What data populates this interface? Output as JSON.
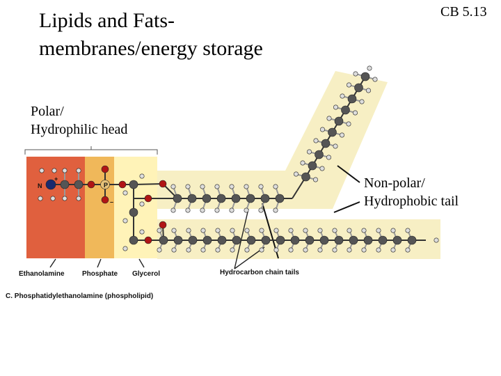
{
  "slide": {
    "title_line1": "Lipids and Fats-",
    "title_line2": "membranes/energy storage",
    "reference": "CB 5.13"
  },
  "callouts": {
    "head_line1": "Polar/",
    "head_line2": "Hydrophilic head",
    "tail_line1": "Non-polar/",
    "tail_line2": "Hydrophobic tail"
  },
  "figure": {
    "labels": {
      "ethanolamine": "Ethanolamine",
      "phosphate": "Phosphate",
      "glycerol": "Glycerol",
      "hydrocarbon": "Hydrocarbon chain tails",
      "caption": "C. Phosphatidylethanolamine (phospholipid)"
    },
    "atoms": {
      "nitrogen": "N",
      "phosphorus": "P",
      "charge_plus": "+",
      "charge_minus": "–"
    },
    "colors": {
      "ethanolamine_box": "#e0603e",
      "phosphate_box": "#f0b85a",
      "glycerol_box": "#fff3b8",
      "tail_band": "#f7efc4",
      "carbon": "#555555",
      "hydrogen": "#dddddd",
      "oxygen": "#b01515",
      "nitrogen": "#1a2a6e"
    }
  }
}
